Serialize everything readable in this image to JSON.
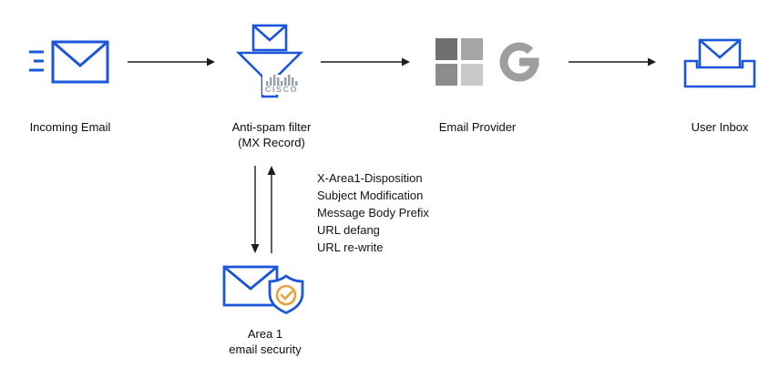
{
  "nodes": {
    "incoming": {
      "label": "Incoming Email"
    },
    "antispam": {
      "label": "Anti-spam filter",
      "sublabel": "(MX Record)",
      "vendor": "CISCO"
    },
    "provider": {
      "label": "Email Provider"
    },
    "inbox": {
      "label": "User Inbox"
    },
    "area1": {
      "label": "Area 1",
      "sublabel": "email security"
    }
  },
  "annotations": {
    "lines": [
      "X-Area1-Disposition",
      "Subject Modification",
      "Message Body Prefix",
      "URL defang",
      "URL re-write"
    ]
  },
  "icons": {
    "incoming": "incoming-email-envelope-icon",
    "antispam": "spam-filter-funnel-icon",
    "provider_ms": "microsoft-logo-icon",
    "provider_google": "google-logo-icon",
    "inbox": "inbox-tray-envelope-icon",
    "area1": "envelope-shield-check-icon"
  },
  "colors": {
    "envelope_blue": "#1a56db",
    "logo_gray": "#9aa0a6",
    "microsoft_gray_tl": "#6f6f6f",
    "microsoft_gray_tr": "#a5a5a5",
    "microsoft_gray_bl": "#8c8c8c",
    "microsoft_gray_br": "#c9c9c9",
    "arrow_black": "#1c1c1e",
    "shield_check_orange": "#e8a23c"
  }
}
